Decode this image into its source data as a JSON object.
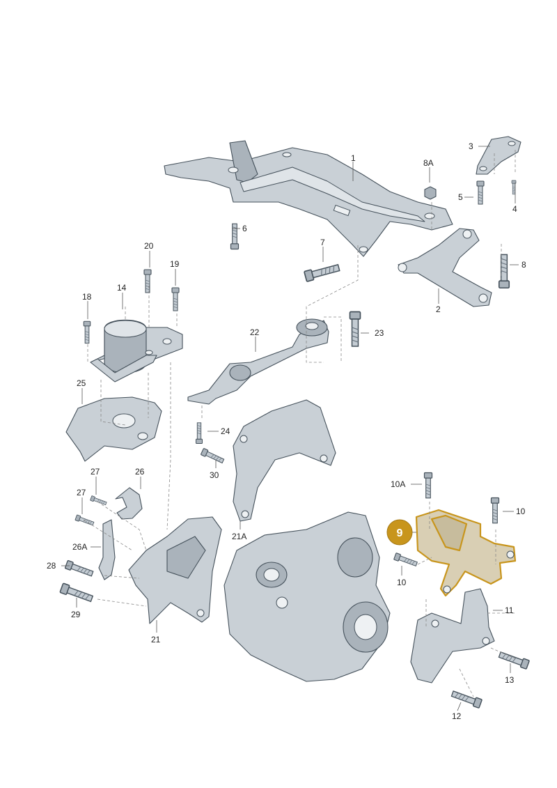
{
  "callouts": {
    "c1": "1",
    "c2": "2",
    "c3": "3",
    "c4": "4",
    "c5": "5",
    "c6": "6",
    "c7": "7",
    "c8": "8",
    "c8a": "8A",
    "c9": "9",
    "c10a": "10A",
    "c10b": "10",
    "c10c": "10",
    "c11": "11",
    "c12": "12",
    "c13": "13",
    "c14": "14",
    "c18": "18",
    "c19": "19",
    "c20": "20",
    "c21": "21",
    "c21a": "21A",
    "c22": "22",
    "c23": "23",
    "c24": "24",
    "c25": "25",
    "c26": "26",
    "c26a": "26A",
    "c27a": "27",
    "c27b": "27",
    "c28": "28",
    "c29": "29",
    "c30": "30"
  },
  "highlight": {
    "part": "9",
    "color": "#c8951c"
  }
}
